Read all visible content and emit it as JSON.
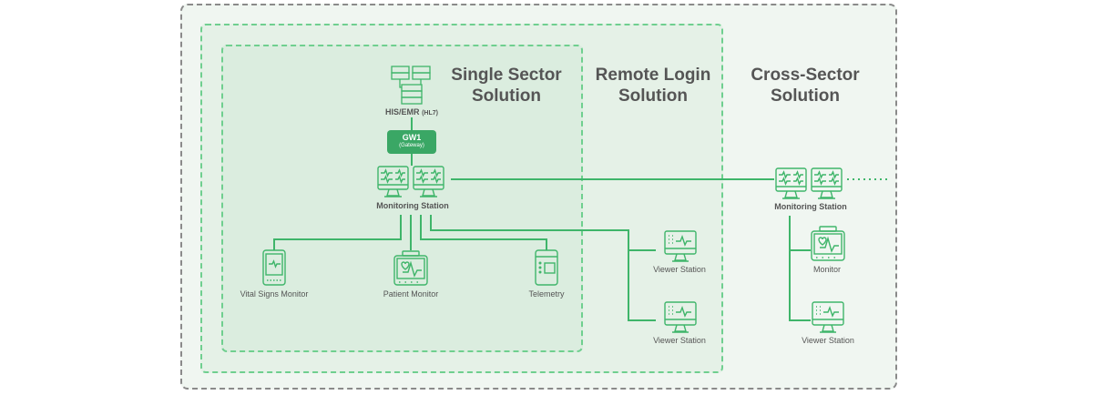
{
  "zones": {
    "single_sector": {
      "title_line1": "Single Sector",
      "title_line2": "Solution"
    },
    "remote_login": {
      "title_line1": "Remote Login",
      "title_line2": "Solution"
    },
    "cross_sector": {
      "title_line1": "Cross-Sector",
      "title_line2": "Solution"
    }
  },
  "nodes": {
    "his_emr": {
      "label": "HIS/EMR",
      "sublabel": "(HL7)",
      "icon": "server-rack-icon"
    },
    "gateway": {
      "label": "GW1",
      "sublabel": "(Gateway)"
    },
    "monitoring_station_main": {
      "label": "Monitoring Station",
      "icon": "dual-monitor-icon"
    },
    "vital_signs_monitor": {
      "label": "Vital Signs Monitor",
      "icon": "vital-signs-device-icon"
    },
    "patient_monitor": {
      "label": "Patient Monitor",
      "icon": "patient-monitor-icon"
    },
    "telemetry": {
      "label": "Telemetry",
      "icon": "telemetry-device-icon"
    },
    "viewer_station_1": {
      "label": "Viewer Station",
      "icon": "viewer-monitor-icon"
    },
    "viewer_station_2": {
      "label": "Viewer Station",
      "icon": "viewer-monitor-icon"
    },
    "monitoring_station_cross": {
      "label": "Monitoring Station",
      "icon": "dual-monitor-icon"
    },
    "monitor_cross": {
      "label": "Monitor",
      "icon": "patient-monitor-icon"
    },
    "viewer_station_cross": {
      "label": "Viewer Station",
      "icon": "viewer-monitor-icon"
    }
  },
  "colors": {
    "accent": "#3aa765",
    "line": "#3fb56a",
    "title_text": "#555555"
  }
}
